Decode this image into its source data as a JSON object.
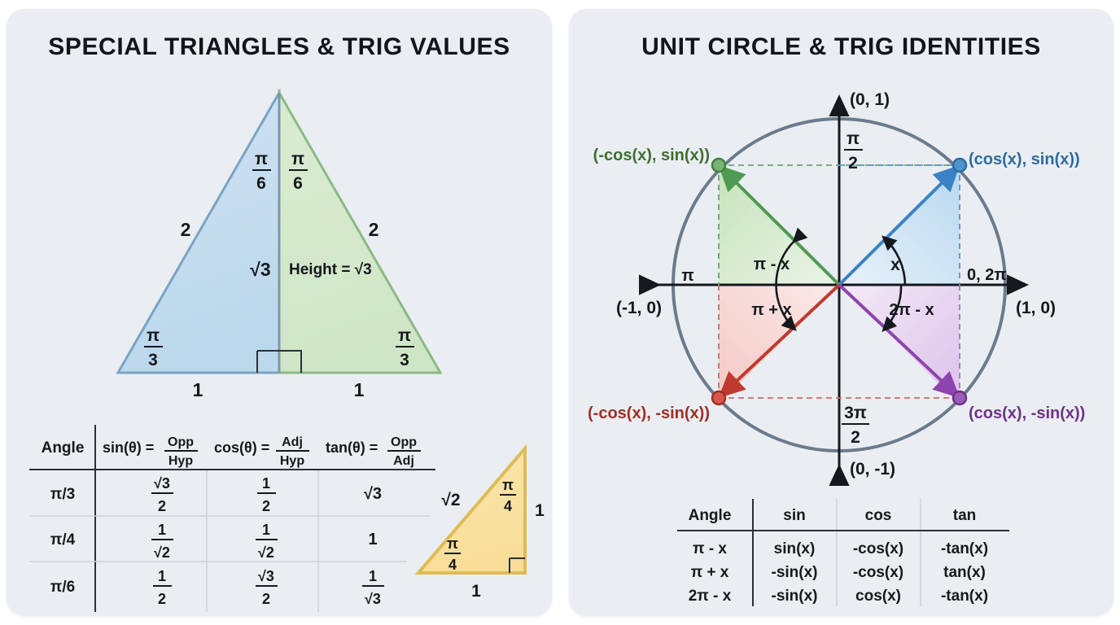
{
  "left_panel": {
    "title": "SPECIAL TRIANGLES & TRIG VALUES",
    "triangle_labels": {
      "apex_left_num": "π",
      "apex_left_den": "6",
      "apex_right_num": "π",
      "apex_right_den": "6",
      "side_left": "2",
      "side_right": "2",
      "height_label": "√3",
      "height_text": "Height = √3",
      "base_left_num": "π",
      "base_left_den": "3",
      "base_right_num": "π",
      "base_right_den": "3",
      "base_left_len": "1",
      "base_right_len": "1"
    },
    "small_triangle": {
      "hyp_label": "√2",
      "top_angle_num": "π",
      "top_angle_den": "4",
      "left_angle_num": "π",
      "left_angle_den": "4",
      "right_side": "1",
      "bottom_side": "1"
    },
    "table": {
      "headers": [
        {
          "plain": "Angle"
        },
        {
          "prefix": "sin(θ) =",
          "num": "Opp",
          "den": "Hyp"
        },
        {
          "prefix": "cos(θ) =",
          "num": "Adj",
          "den": "Hyp"
        },
        {
          "prefix": "tan(θ) =",
          "num": "Opp",
          "den": "Adj"
        }
      ],
      "rows": [
        {
          "angle": "π/3",
          "sin": {
            "num": "√3",
            "den": "2"
          },
          "cos": {
            "num": "1",
            "den": "2"
          },
          "tan": {
            "whole": "√3"
          }
        },
        {
          "angle": "π/4",
          "sin": {
            "num": "1",
            "den": "√2"
          },
          "cos": {
            "num": "1",
            "den": "√2"
          },
          "tan": {
            "whole": "1"
          }
        },
        {
          "angle": "π/6",
          "sin": {
            "num": "1",
            "den": "2"
          },
          "cos": {
            "num": "√3",
            "den": "2"
          },
          "tan": {
            "num": "1",
            "den": "√3"
          }
        }
      ]
    }
  },
  "right_panel": {
    "title": "UNIT CIRCLE & TRIG IDENTITIES",
    "axis_labels": {
      "top_point": "(0, 1)",
      "bottom_point": "(0, -1)",
      "left_point": "(-1, 0)",
      "right_point": "(1, 0)",
      "pi_half_num": "π",
      "pi_half_den": "2",
      "three_pi_half_num": "3π",
      "three_pi_half_den": "2",
      "pi": "π",
      "zero_two_pi": "0, 2π"
    },
    "quadrant_points": {
      "q1": "(cos(x), sin(x))",
      "q2": "(-cos(x), sin(x))",
      "q3": "(-cos(x), -sin(x))",
      "q4": "(cos(x), -sin(x))"
    },
    "angle_labels": {
      "q1": "x",
      "q2": "π - x",
      "q3": "π + x",
      "q4": "2π - x"
    },
    "colors": {
      "q1": "#3b82c4",
      "q2": "#4f9a52",
      "q3": "#c0392f",
      "q4": "#8e44ad",
      "circle": "#6b7a8d"
    },
    "table": {
      "headers": [
        "Angle",
        "sin",
        "cos",
        "tan"
      ],
      "rows": [
        [
          "π - x",
          "sin(x)",
          "-cos(x)",
          "-tan(x)"
        ],
        [
          "π + x",
          "-sin(x)",
          "-cos(x)",
          "tan(x)"
        ],
        [
          "2π - x",
          "-sin(x)",
          "cos(x)",
          "-tan(x)"
        ]
      ]
    }
  },
  "chart_data": {
    "type": "diagram",
    "title": "Trigonometry reference: special triangles and the unit circle",
    "unit_circle": {
      "center": [
        1031,
        350
      ],
      "radius": 204,
      "points": [
        {
          "quadrant": 1,
          "label": "(cos(x), sin(x))",
          "angle_label": "x",
          "xy": [
            0.72,
            0.72
          ],
          "color": "#3b82c4"
        },
        {
          "quadrant": 2,
          "label": "(-cos(x), sin(x))",
          "angle_label": "π - x",
          "xy": [
            -0.72,
            0.72
          ],
          "color": "#4f9a52"
        },
        {
          "quadrant": 3,
          "label": "(-cos(x), -sin(x))",
          "angle_label": "π + x",
          "xy": [
            -0.72,
            -0.72
          ],
          "color": "#c0392f"
        },
        {
          "quadrant": 4,
          "label": "(cos(x), -sin(x))",
          "angle_label": "2π - x",
          "xy": [
            0.72,
            -0.72
          ],
          "color": "#8e44ad"
        }
      ],
      "axis_ticks": [
        "0, 2π",
        "π/2",
        "π",
        "3π/2"
      ]
    },
    "equilateral_triangle": {
      "sides": [
        2,
        2,
        2
      ],
      "height": "√3",
      "half_base": 1,
      "apex_angles": [
        "π/6",
        "π/6"
      ],
      "base_angles": [
        "π/3",
        "π/3"
      ]
    },
    "right_isoceles_triangle": {
      "legs": [
        1,
        1
      ],
      "hypotenuse": "√2",
      "angles": [
        "π/4",
        "π/4"
      ]
    }
  }
}
